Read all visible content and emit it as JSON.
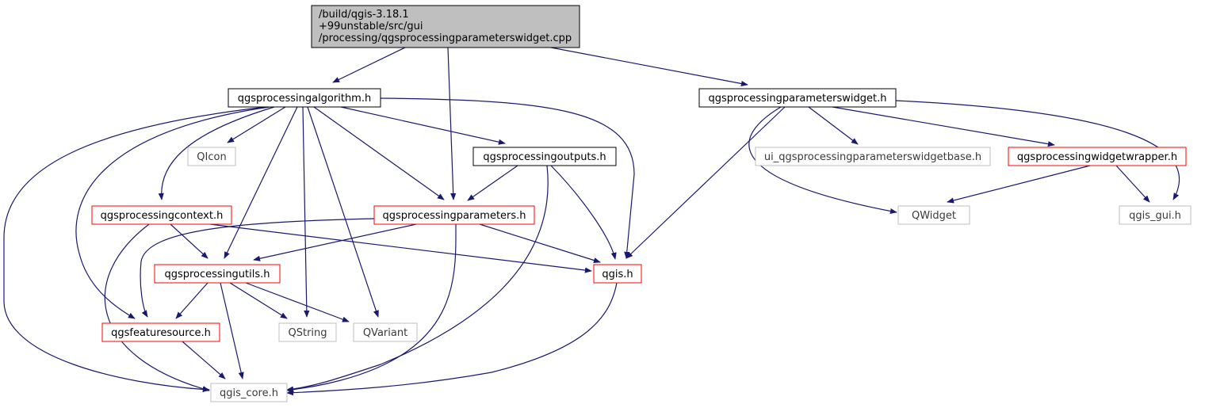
{
  "colors": {
    "edge": "#191970",
    "root_fill": "#bfbfbf",
    "root_border": "#000000",
    "black_border": "#000000",
    "red_border": "#ff0000",
    "grey_border": "#bfbfbf",
    "node_fill": "#ffffff"
  },
  "graph": {
    "nodes": {
      "root": {
        "lines": [
          "/build/qgis-3.18.1",
          "+99unstable/src/gui",
          "/processing/qgsprocessingparameterswidget.cpp"
        ],
        "style": "root"
      },
      "algorithm": {
        "lines": [
          "qgsprocessingalgorithm.h"
        ],
        "style": "black"
      },
      "paramwidget": {
        "lines": [
          "qgsprocessingparameterswidget.h"
        ],
        "style": "black"
      },
      "qicon": {
        "lines": [
          "QIcon"
        ],
        "style": "grey"
      },
      "outputs": {
        "lines": [
          "qgsprocessingoutputs.h"
        ],
        "style": "black"
      },
      "uibase": {
        "lines": [
          "ui_qgsprocessingparameterswidgetbase.h"
        ],
        "style": "grey"
      },
      "wrapper": {
        "lines": [
          "qgsprocessingwidgetwrapper.h"
        ],
        "style": "red"
      },
      "context": {
        "lines": [
          "qgsprocessingcontext.h"
        ],
        "style": "red"
      },
      "parameters": {
        "lines": [
          "qgsprocessingparameters.h"
        ],
        "style": "red"
      },
      "qwidget": {
        "lines": [
          "QWidget"
        ],
        "style": "grey"
      },
      "qgisgui": {
        "lines": [
          "qgis_gui.h"
        ],
        "style": "grey"
      },
      "utils": {
        "lines": [
          "qgsprocessingutils.h"
        ],
        "style": "red"
      },
      "qgis": {
        "lines": [
          "qgis.h"
        ],
        "style": "red"
      },
      "featuresource": {
        "lines": [
          "qgsfeaturesource.h"
        ],
        "style": "red"
      },
      "qstring": {
        "lines": [
          "QString"
        ],
        "style": "grey"
      },
      "qvariant": {
        "lines": [
          "QVariant"
        ],
        "style": "grey"
      },
      "qgiscore": {
        "lines": [
          "qgis_core.h"
        ],
        "style": "grey"
      }
    },
    "edges": [
      [
        "root",
        "algorithm"
      ],
      [
        "root",
        "parameters"
      ],
      [
        "root",
        "paramwidget"
      ],
      [
        "algorithm",
        "qicon"
      ],
      [
        "algorithm",
        "context"
      ],
      [
        "algorithm",
        "outputs"
      ],
      [
        "algorithm",
        "parameters"
      ],
      [
        "algorithm",
        "utils"
      ],
      [
        "algorithm",
        "featuresource"
      ],
      [
        "algorithm",
        "qstring"
      ],
      [
        "algorithm",
        "qvariant"
      ],
      [
        "algorithm",
        "qgis"
      ],
      [
        "algorithm",
        "qgiscore"
      ],
      [
        "paramwidget",
        "uibase"
      ],
      [
        "paramwidget",
        "wrapper"
      ],
      [
        "paramwidget",
        "qwidget"
      ],
      [
        "paramwidget",
        "qgisgui"
      ],
      [
        "paramwidget",
        "qgis"
      ],
      [
        "wrapper",
        "qwidget"
      ],
      [
        "wrapper",
        "qgisgui"
      ],
      [
        "outputs",
        "parameters"
      ],
      [
        "outputs",
        "qgis"
      ],
      [
        "outputs",
        "qgiscore"
      ],
      [
        "context",
        "utils"
      ],
      [
        "context",
        "qgis"
      ],
      [
        "context",
        "qgiscore"
      ],
      [
        "parameters",
        "utils"
      ],
      [
        "parameters",
        "featuresource"
      ],
      [
        "parameters",
        "qgis"
      ],
      [
        "parameters",
        "qgiscore"
      ],
      [
        "utils",
        "featuresource"
      ],
      [
        "utils",
        "qstring"
      ],
      [
        "utils",
        "qvariant"
      ],
      [
        "utils",
        "qgiscore"
      ],
      [
        "featuresource",
        "qgiscore"
      ],
      [
        "qgis",
        "qgiscore"
      ]
    ]
  }
}
